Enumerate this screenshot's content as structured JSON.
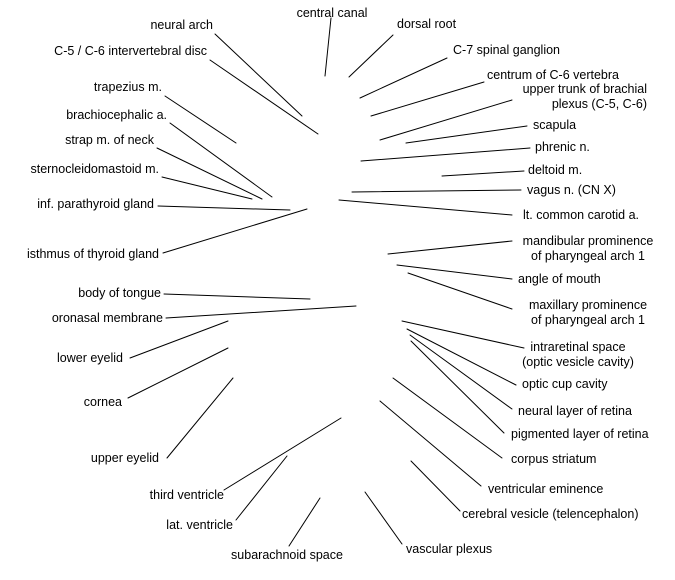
{
  "labels": {
    "neural_arch": "neural arch",
    "central_canal": "central canal",
    "dorsal_root": "dorsal root",
    "c5_c6_disc": "C-5 / C-6 intervertebral disc",
    "c7_ganglion": "C-7 spinal ganglion",
    "trapezius": "trapezius m.",
    "centrum_c6": "centrum of C-6 vertebra",
    "upper_trunk_1": "upper trunk of brachial",
    "upper_trunk_2": "plexus (C-5, C-6)",
    "brachiocephalic": "brachiocephalic a.",
    "scapula": "scapula",
    "strap": "strap m. of neck",
    "phrenic": "phrenic n.",
    "sternocleidomastoid": "sternocleidomastoid m.",
    "deltoid": "deltoid m.",
    "vagus": "vagus n. (CN X)",
    "parathyroid": "inf. parathyroid gland",
    "lt_carotid": "lt. common carotid a.",
    "mandibular_1": "mandibular prominence",
    "mandibular_2": "of pharyngeal arch 1",
    "isthmus": "isthmus of thyroid gland",
    "angle_mouth": "angle of mouth",
    "body_tongue": "body of tongue",
    "maxillary_1": "maxillary prominence",
    "maxillary_2": "of pharyngeal arch 1",
    "oronasal": "oronasal membrane",
    "intraretinal_1": "intraretinal space",
    "intraretinal_2": "(optic vesicle cavity)",
    "lower_eyelid": "lower eyelid",
    "optic_cup": "optic cup cavity",
    "cornea": "cornea",
    "neural_layer": "neural layer of retina",
    "pigmented_layer": "pigmented layer of retina",
    "upper_eyelid": "upper eyelid",
    "corpus_striatum": "corpus striatum",
    "third_ventricle": "third ventricle",
    "ventricular_eminence": "ventricular eminence",
    "lat_ventricle": "lat. ventricle",
    "cerebral_vesicle": "cerebral vesicle (telencephalon)",
    "subarachnoid": "subarachnoid space",
    "vascular_plexus": "vascular plexus"
  },
  "colors": {
    "line": "#000000",
    "text": "#000000",
    "background": "#ffffff"
  }
}
